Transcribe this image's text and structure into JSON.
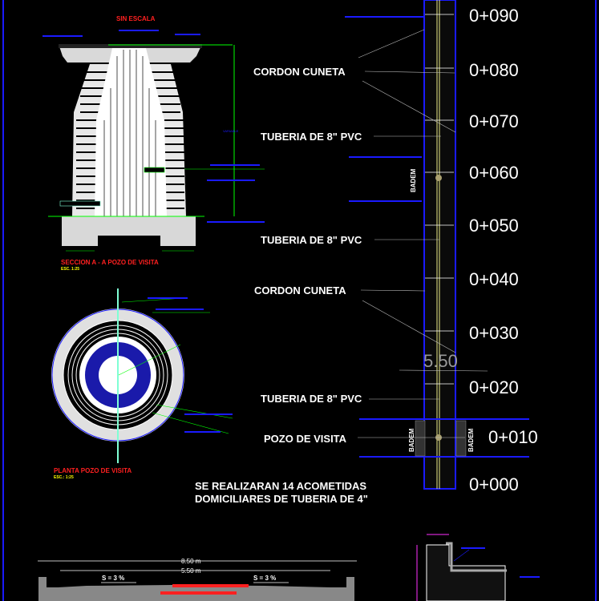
{
  "colors": {
    "background": "#000000",
    "frame": "#1a1aff",
    "dimension": "#00ff00",
    "title": "#ff2020",
    "scale": "#ffff00",
    "text": "#ffffff",
    "magenta": "#ff30ff"
  },
  "section": {
    "no_scale": "SIN ESCALA",
    "title": "SECCION A - A POZO DE VISITA",
    "scale": "ESC. 1:25",
    "variable": "VARIABLE"
  },
  "plan": {
    "title": "PLANTA POZO DE VISITA",
    "scale": "ESC.: 1:25"
  },
  "labels": {
    "cordon_1": "CORDON CUNETA",
    "tuberia_1": "TUBERIA DE 8\" PVC",
    "tuberia_2": "TUBERIA DE 8\" PVC",
    "cordon_2": "CORDON CUNETA",
    "tuberia_3": "TUBERIA DE 8\" PVC",
    "pozo": "POZO DE VISITA",
    "badem": "BADEM",
    "width": "5.50"
  },
  "stations": [
    "0+090",
    "0+080",
    "0+070",
    "0+060",
    "0+050",
    "0+040",
    "0+030",
    "0+020",
    "0+010",
    "0+000"
  ],
  "note": [
    "SE REALIZARAN 14 ACOMETIDAS",
    "DOMICILIARES DE  TUBERIA DE 4\""
  ],
  "cross_section": {
    "total_width": "8.50 m",
    "road_width": "5.50 m",
    "slope_left": "S = 3 %",
    "slope_right": "S = 3 %"
  }
}
